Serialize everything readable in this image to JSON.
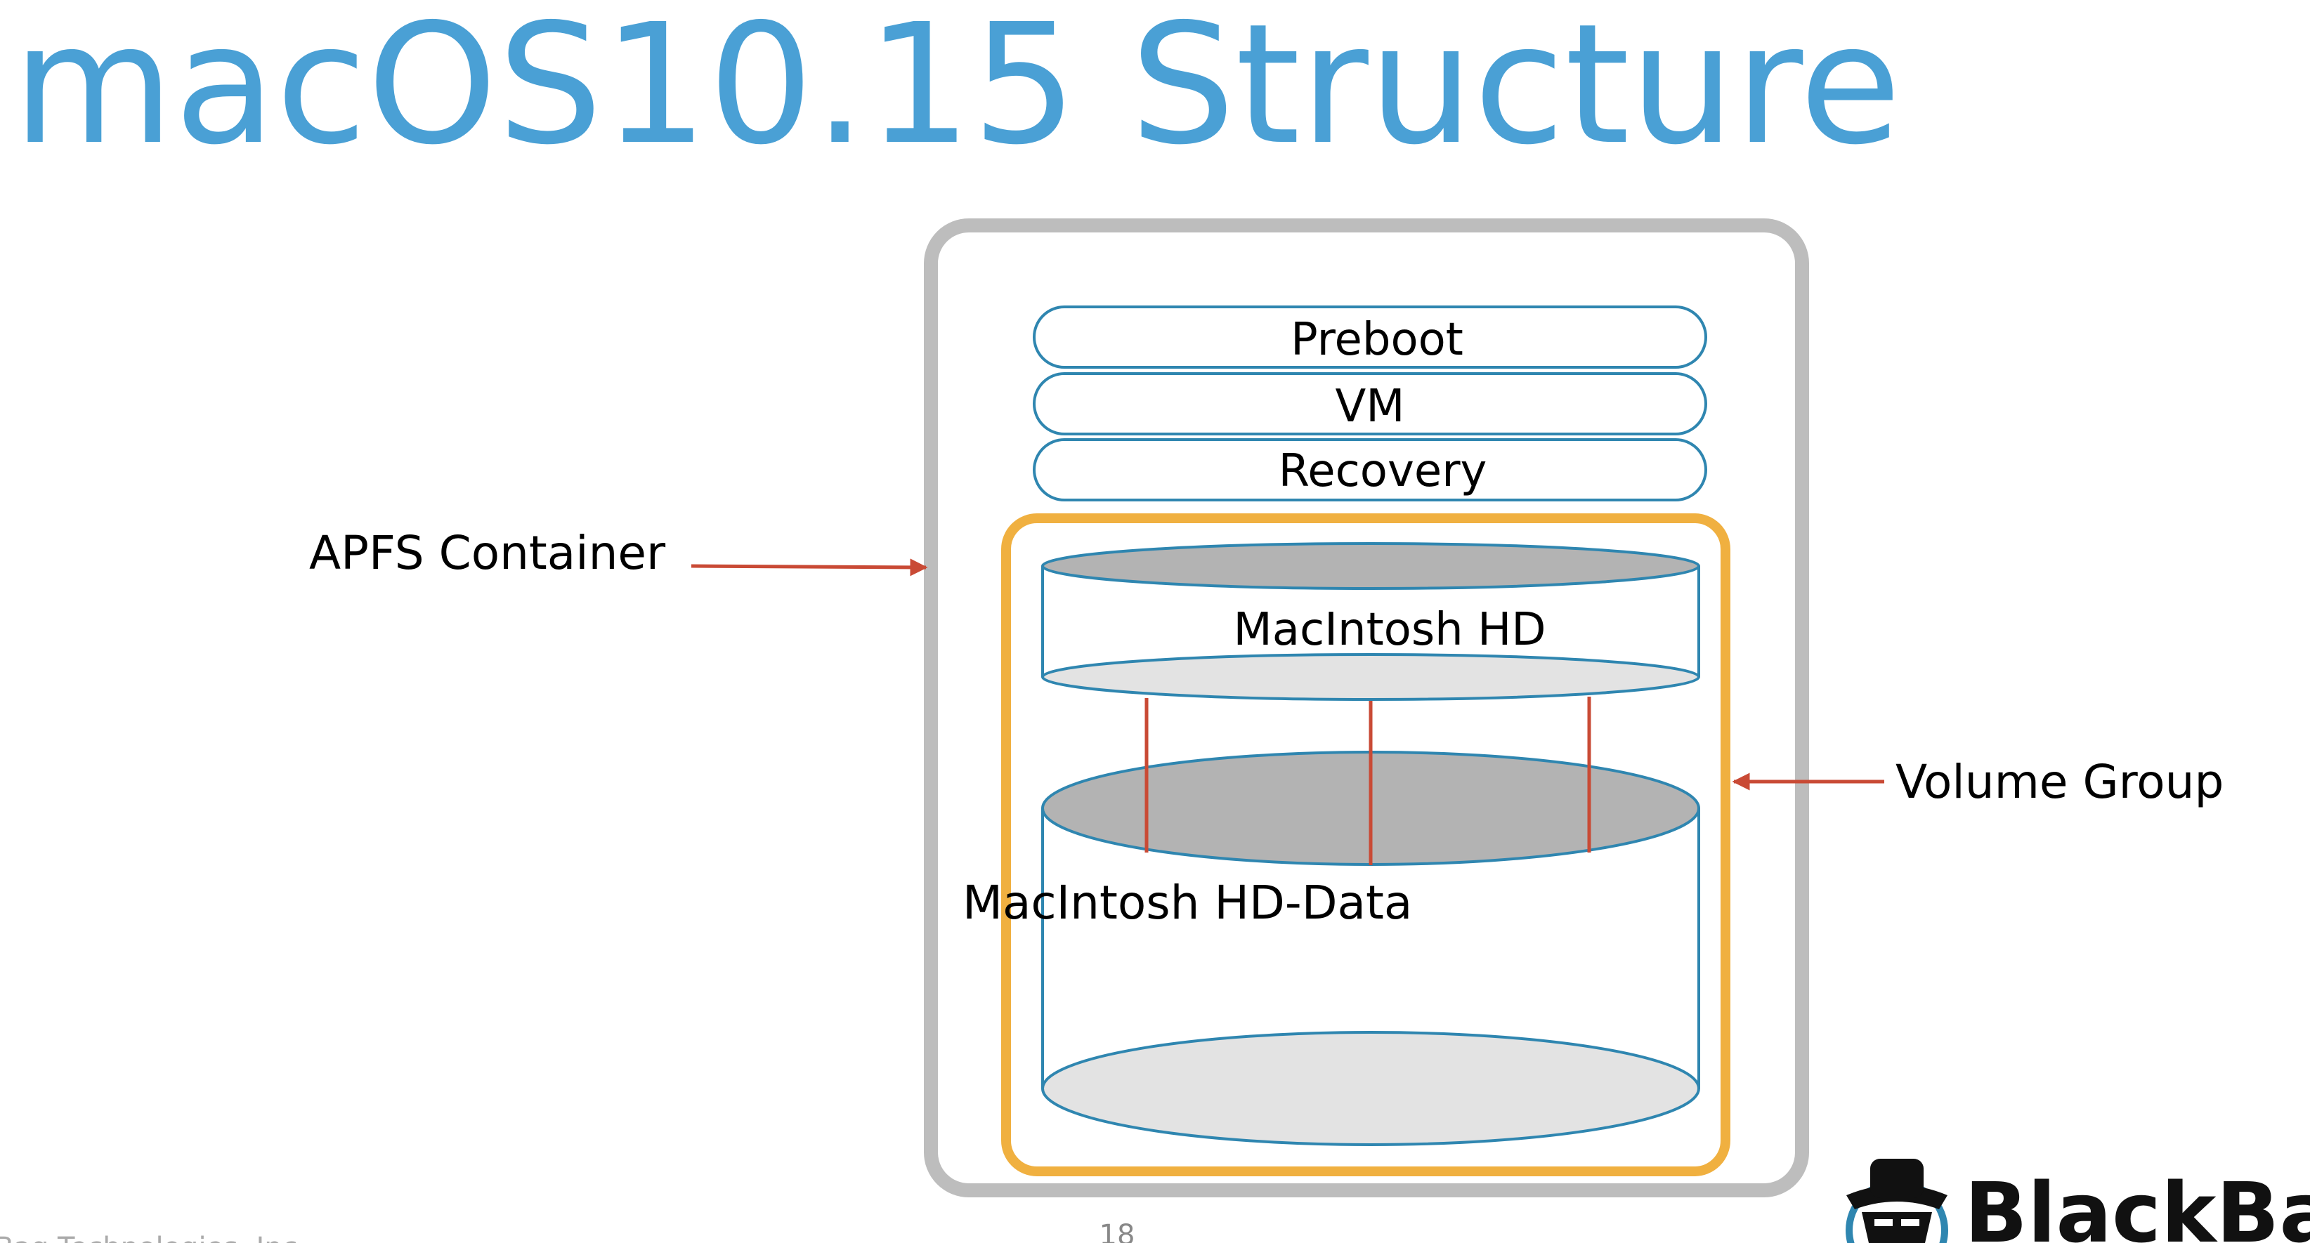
{
  "slide": {
    "title": "macOS10.15 Structure",
    "page_number": "18",
    "footer_fragment": "Bag Technologies, Inc.",
    "brand_name": "BlackBag"
  },
  "diagram": {
    "stack_volumes": [
      {
        "label": "Preboot"
      },
      {
        "label": "VM"
      },
      {
        "label": "Recovery"
      }
    ],
    "system_volume": {
      "label": "MacIntosh HD"
    },
    "data_volume": {
      "label": "MacIntosh HD-Data"
    },
    "container_label": "APFS Container",
    "group_label": "Volume Group",
    "icons": {
      "brand_logo": "spy-hat-logo-icon"
    }
  },
  "colors": {
    "title": "#4aa0d5",
    "container_border": "#bdbdbd",
    "group_border": "#f0b040",
    "volume_stroke": "#2f86b0",
    "arrow": "#c94a35",
    "disk_dark": "#b3b3b3",
    "disk_light": "#e3e3e3",
    "text": "#000000"
  }
}
